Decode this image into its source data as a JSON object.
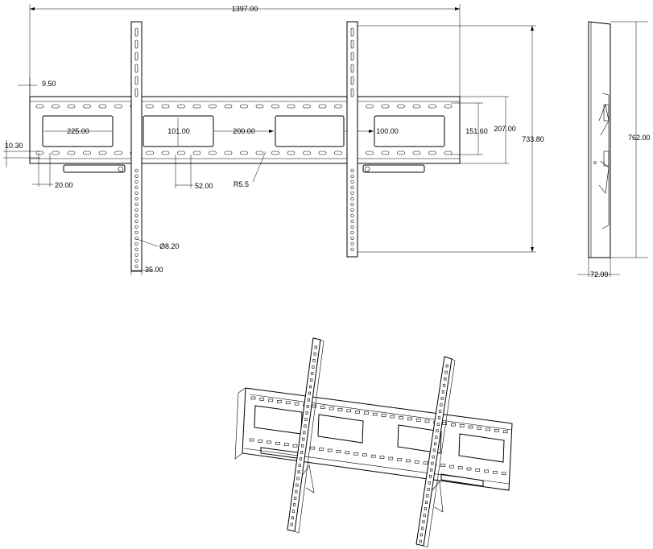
{
  "drawing": {
    "dimensions": {
      "overall_width": "1397.00",
      "left_offset": "9.50",
      "slot_width": "225.00",
      "slot_height": "101.00",
      "slot_spacing": "200.00",
      "slot_right": "100.00",
      "hole_spacing": "151.60",
      "rail_height": "207.00",
      "arm_height": "733.80",
      "total_height": "762.00",
      "edge_offset": "10.30",
      "end_margin": "20.00",
      "tab_gap": "52.00",
      "radius": "R5.5",
      "hole_dia": "Ø8.20",
      "arm_width": "35.00",
      "depth": "72.00"
    }
  }
}
